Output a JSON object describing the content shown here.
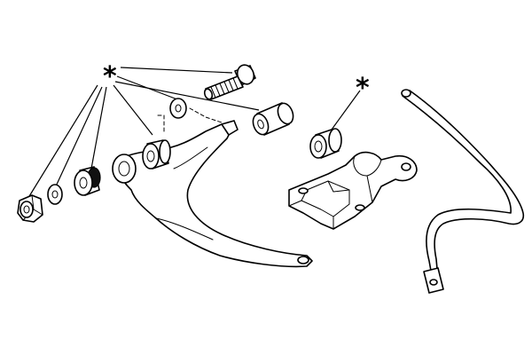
{
  "diagram": {
    "markers": {
      "left": "*",
      "right": "*"
    },
    "parts": [
      {
        "id": "lower-control-arm",
        "icon": "control-arm-icon"
      },
      {
        "id": "bolt",
        "icon": "bolt-icon"
      },
      {
        "id": "washer",
        "icon": "washer-icon"
      },
      {
        "id": "bushing-sleeve",
        "icon": "bushing-sleeve-icon"
      },
      {
        "id": "arm-bushing",
        "icon": "bushing-icon"
      },
      {
        "id": "rubber-bushing",
        "icon": "rubber-bushing-icon"
      },
      {
        "id": "nut",
        "icon": "nut-icon"
      },
      {
        "id": "mounting-bracket",
        "icon": "bracket-icon"
      },
      {
        "id": "bracket-bushing",
        "icon": "bushing-icon"
      },
      {
        "id": "stabilizer-bar",
        "icon": "stabilizer-bar-icon"
      }
    ],
    "colors": {
      "line": "#000000",
      "background": "#ffffff"
    }
  }
}
